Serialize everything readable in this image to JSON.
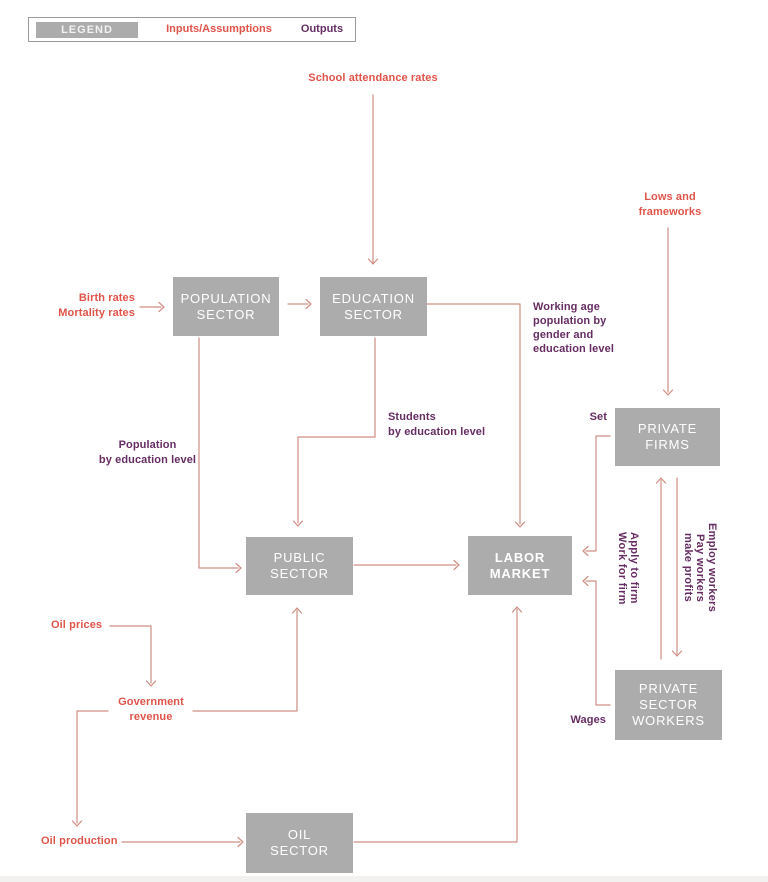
{
  "legend": {
    "title": "LEGEND",
    "inputs": "Inputs/Assumptions",
    "outputs": "Outputs"
  },
  "nodes": {
    "population": "POPULATION\nSECTOR",
    "education": "EDUCATION\nSECTOR",
    "public": "PUBLIC\nSECTOR",
    "labor": "LABOR\nMARKET",
    "private_firms": "PRIVATE\nFIRMS",
    "private_workers": "PRIVATE\nSECTOR\nWORKERS",
    "oil": "OIL\nSECTOR"
  },
  "inputs": {
    "school_attendance": "School attendance rates",
    "birth_mortality": "Birth rates\nMortality rates",
    "laws_frameworks": "Lows and\nframeworks",
    "oil_prices": "Oil prices",
    "gov_revenue": "Government\nrevenue",
    "oil_production": "Oil production"
  },
  "outputs": {
    "working_age": "Working age\npopulation by\ngender and\neducation level",
    "students": "Students\nby education level",
    "population_by_edu": "Population\nby education level",
    "set": "Set",
    "wages": "Wages",
    "apply_work": "Apply to firm\nWork for firm",
    "employ_pay": "Employ workers\nPay workers\nmake profits"
  },
  "colors": {
    "input_red": "#e0544a",
    "output_purple": "#662d63",
    "box_gray": "#acacac",
    "line_salmon": "#cf8e83"
  }
}
